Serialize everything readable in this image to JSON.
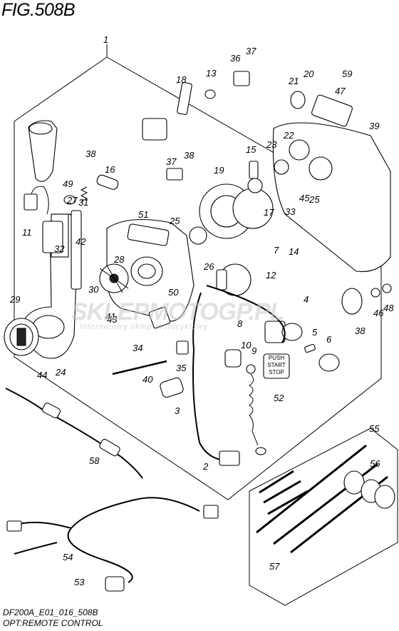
{
  "figure": {
    "title": "FIG.508B",
    "model_code": "DF200A_E01_016_508B",
    "caption": "OPT:REMOTE CONTROL"
  },
  "watermark": {
    "main": "SKLEPMOTOGP.PL",
    "sub": "internetowy sklep motocyklowy"
  },
  "switch_panel": [
    "PUSH",
    "START",
    "STOP"
  ],
  "callouts": [
    "1",
    "2",
    "3",
    "4",
    "5",
    "6",
    "7",
    "8",
    "9",
    "10",
    "11",
    "12",
    "13",
    "14",
    "15",
    "16",
    "17",
    "18",
    "19",
    "20",
    "21",
    "22",
    "23",
    "24",
    "25",
    "25",
    "26",
    "27",
    "28",
    "29",
    "30",
    "31",
    "32",
    "33",
    "34",
    "35",
    "36",
    "37",
    "37",
    "38",
    "38",
    "38",
    "39",
    "40",
    "41",
    "42",
    "43",
    "44",
    "45",
    "46",
    "47",
    "48",
    "49",
    "50",
    "51",
    "52",
    "53",
    "54",
    "55",
    "56",
    "57",
    "58",
    "59"
  ],
  "icons": [
    "control-housing",
    "control-lever",
    "lever-grip",
    "neutral-button",
    "throttle-cable",
    "wiring-harness",
    "buzzer",
    "key-switch",
    "stop-switch",
    "lanyard",
    "cable-ties",
    "grommets"
  ]
}
